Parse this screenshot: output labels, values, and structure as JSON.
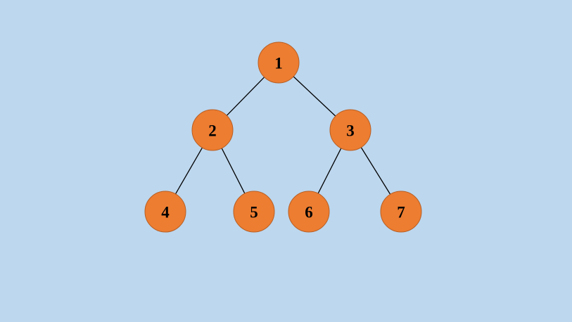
{
  "colors": {
    "background": "#bdd7ee",
    "node_fill": "#ed7d31",
    "node_stroke": "#b85f24",
    "edge": "#000000",
    "label": "#000000"
  },
  "tree": {
    "nodes": [
      {
        "id": "1",
        "label": "1"
      },
      {
        "id": "2",
        "label": "2"
      },
      {
        "id": "3",
        "label": "3"
      },
      {
        "id": "4",
        "label": "4"
      },
      {
        "id": "5",
        "label": "5"
      },
      {
        "id": "6",
        "label": "6"
      },
      {
        "id": "7",
        "label": "7"
      }
    ],
    "edges": [
      {
        "from": "1",
        "to": "2"
      },
      {
        "from": "1",
        "to": "3"
      },
      {
        "from": "2",
        "to": "4"
      },
      {
        "from": "2",
        "to": "5"
      },
      {
        "from": "3",
        "to": "6"
      },
      {
        "from": "3",
        "to": "7"
      }
    ]
  }
}
